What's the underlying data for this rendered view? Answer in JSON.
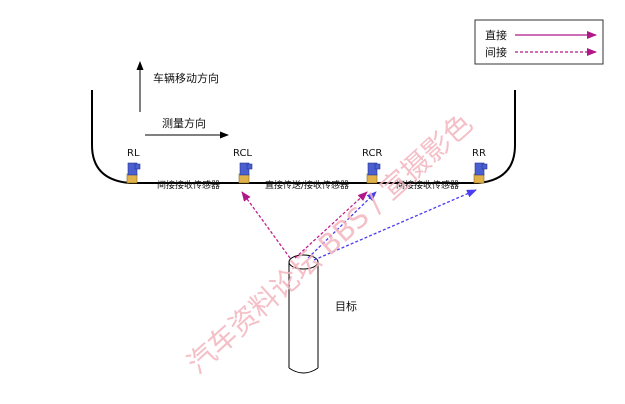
{
  "legend": {
    "direct_label": "直接",
    "indirect_label": "间接"
  },
  "labels": {
    "vehicle_direction": "车辆移动方向",
    "measure_direction": "测量方向",
    "target": "目标",
    "sensor_rl": "RL",
    "sensor_rcl": "RCL",
    "sensor_rcr": "RCR",
    "sensor_rr": "RR",
    "segment_left": "间接接收传感器",
    "segment_mid": "直接传送/接收传感器",
    "segment_right": "间接接收传感器"
  },
  "watermark": "汽车资料论坛 BBS / 宣摄影色",
  "colors": {
    "direct": "#b0188a",
    "indirect_magenta": "#c0208c",
    "indirect_blue": "#4a3cf0",
    "sensor_body": "#4a5fd0",
    "sensor_base": "#e2b24a"
  }
}
